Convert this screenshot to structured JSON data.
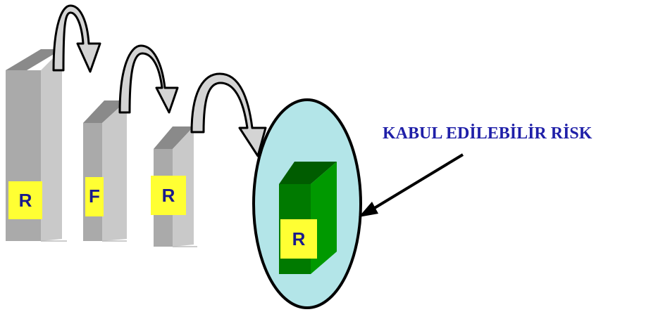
{
  "blocks": [
    {
      "label": "R"
    },
    {
      "label": "F"
    },
    {
      "label": "R"
    },
    {
      "label": "R"
    }
  ],
  "caption": "KABUL EDİLEBİLİR RİSK",
  "colors": {
    "block_front": "#aaaaaa",
    "block_side": "#c6c6c6",
    "block_top": "#8a8a8a",
    "label_bg": "#ffff33",
    "label_text": "#1a1a8c",
    "green_front": "#007a00",
    "green_side": "#009900",
    "green_top": "#005c00",
    "ellipse_fill": "#b3e5e8",
    "caption_text": "#1f1fa8",
    "arrow_fill": "#d4d4d4"
  }
}
